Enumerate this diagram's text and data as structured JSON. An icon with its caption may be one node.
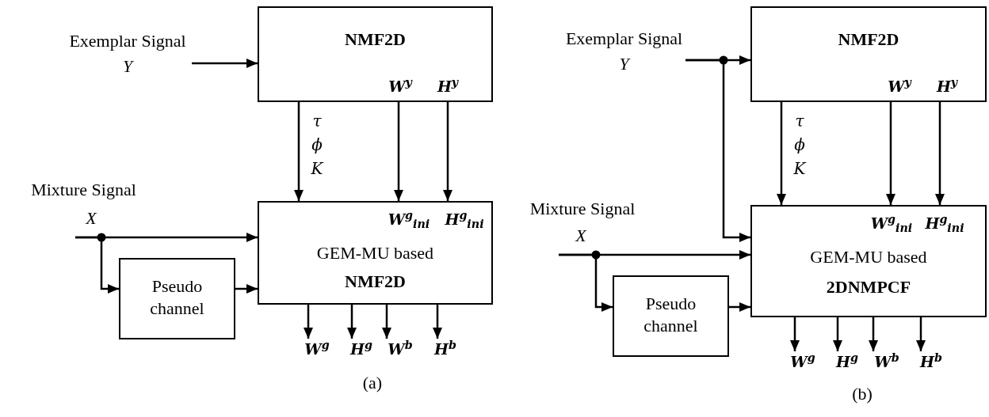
{
  "diagram": {
    "nodes": [
      {
        "text": [
          "Exemplar Signal",
          "Y"
        ]
      },
      {
        "text": [
          "NMF2D",
          "W$^{y}$",
          "H$^{y}$"
        ]
      },
      {
        "text": [
          "Mixture Signal",
          "X"
        ]
      },
      {
        "text": [
          "W$^{g}$$_{ini}$",
          "H$^{g}$$_{ini}$",
          "GEM-MU based",
          "NMF2D"
        ]
      },
      {
        "text": [
          "Pseudo channel"
        ]
      },
      {
        "text": [
          "W$^{g}$"
        ]
      },
      {
        "text": [
          "H$^{g}$"
        ]
      },
      {
        "text": [
          "W$^{b}$"
        ]
      },
      {
        "text": [
          "H$^{b}$"
        ]
      },
      {
        "text": [
          "Exemplar Signal",
          "Y"
        ]
      },
      {
        "text": [
          "NMF2D",
          "W$^{y}$",
          "H$^{y}$"
        ]
      },
      {
        "text": [
          "Mixture Signal",
          "X"
        ]
      },
      {
        "text": [
          "W$^{g}$$_{ini}$",
          "H$^{g}$$_{ini}$",
          "GEM-MU based",
          "2DNMPCF"
        ]
      },
      {
        "text": [
          "Pseudo channel"
        ]
      },
      {
        "text": [
          "W$^{g}$"
        ]
      },
      {
        "text": [
          "H$^{g}$"
        ]
      },
      {
        "text": [
          "W$^{b}$"
        ]
      },
      {
        "text": [
          "H$^{b}$"
        ]
      }
    ],
    "edges": [
      {
        "from": 0,
        "to": 1,
        "arrow": "to"
      },
      {
        "from": 1,
        "to": 3,
        "arrow": "to",
        "label": "τ ϕ K"
      },
      {
        "from": 1,
        "to": 3,
        "arrow": "to"
      },
      {
        "from": 1,
        "to": 3,
        "arrow": "to"
      },
      {
        "from": 2,
        "to": 3,
        "arrow": "to"
      },
      {
        "from": 2,
        "to": 4,
        "arrow": "to"
      },
      {
        "from": 4,
        "to": 3,
        "arrow": "to"
      },
      {
        "from": 3,
        "to": 5,
        "arrow": "to"
      },
      {
        "from": 3,
        "to": 6,
        "arrow": "to"
      },
      {
        "from": 3,
        "to": 7,
        "arrow": "to"
      },
      {
        "from": 3,
        "to": 8,
        "arrow": "to"
      },
      {
        "from": 9,
        "to": 10,
        "arrow": "to"
      },
      {
        "from": 9,
        "to": 12,
        "arrow": "to"
      },
      {
        "from": 10,
        "to": 12,
        "arrow": "to",
        "label": "τ ϕ K"
      },
      {
        "from": 10,
        "to": 12,
        "arrow": "to"
      },
      {
        "from": 10,
        "to": 12,
        "arrow": "to"
      },
      {
        "from": 11,
        "to": 12,
        "arrow": "to"
      },
      {
        "from": 11,
        "to": 13,
        "arrow": "to"
      },
      {
        "from": 13,
        "to": 12,
        "arrow": "to"
      },
      {
        "from": 12,
        "to": 14,
        "arrow": "to"
      },
      {
        "from": 12,
        "to": 15,
        "arrow": "to"
      },
      {
        "from": 12,
        "to": 16,
        "arrow": "to"
      },
      {
        "from": 12,
        "to": 17,
        "arrow": "to"
      }
    ],
    "labels": [
      "(a)",
      "(b)"
    ]
  }
}
